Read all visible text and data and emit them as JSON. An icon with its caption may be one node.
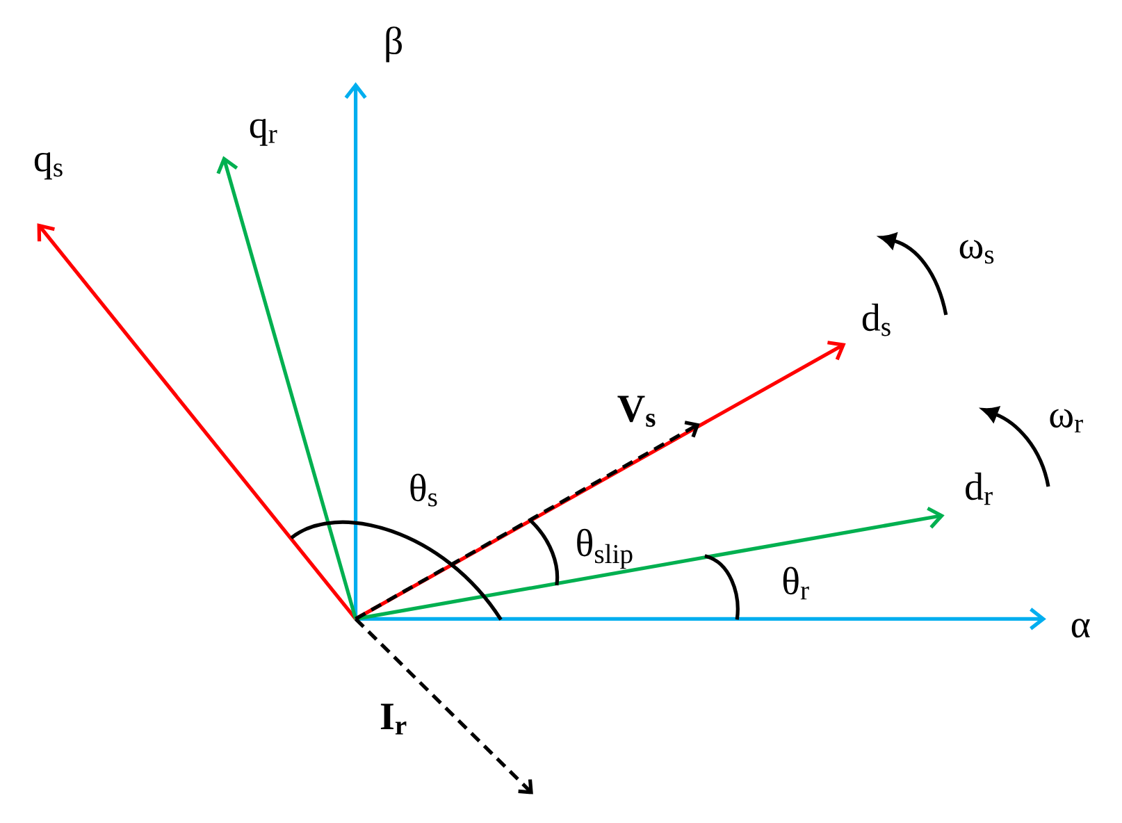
{
  "diagram": {
    "labels": [
      "β",
      "q$_{r}$",
      "q$_{s}$",
      "ω$_{s}$",
      "d$_{s}$",
      "V$_{s}$",
      "ω$_{r}$",
      "θ$_{s}$",
      "d$_{r}$",
      "θ$_{slip}$",
      "θ$_{r}$",
      "α",
      "I$_{r}$"
    ]
  }
}
